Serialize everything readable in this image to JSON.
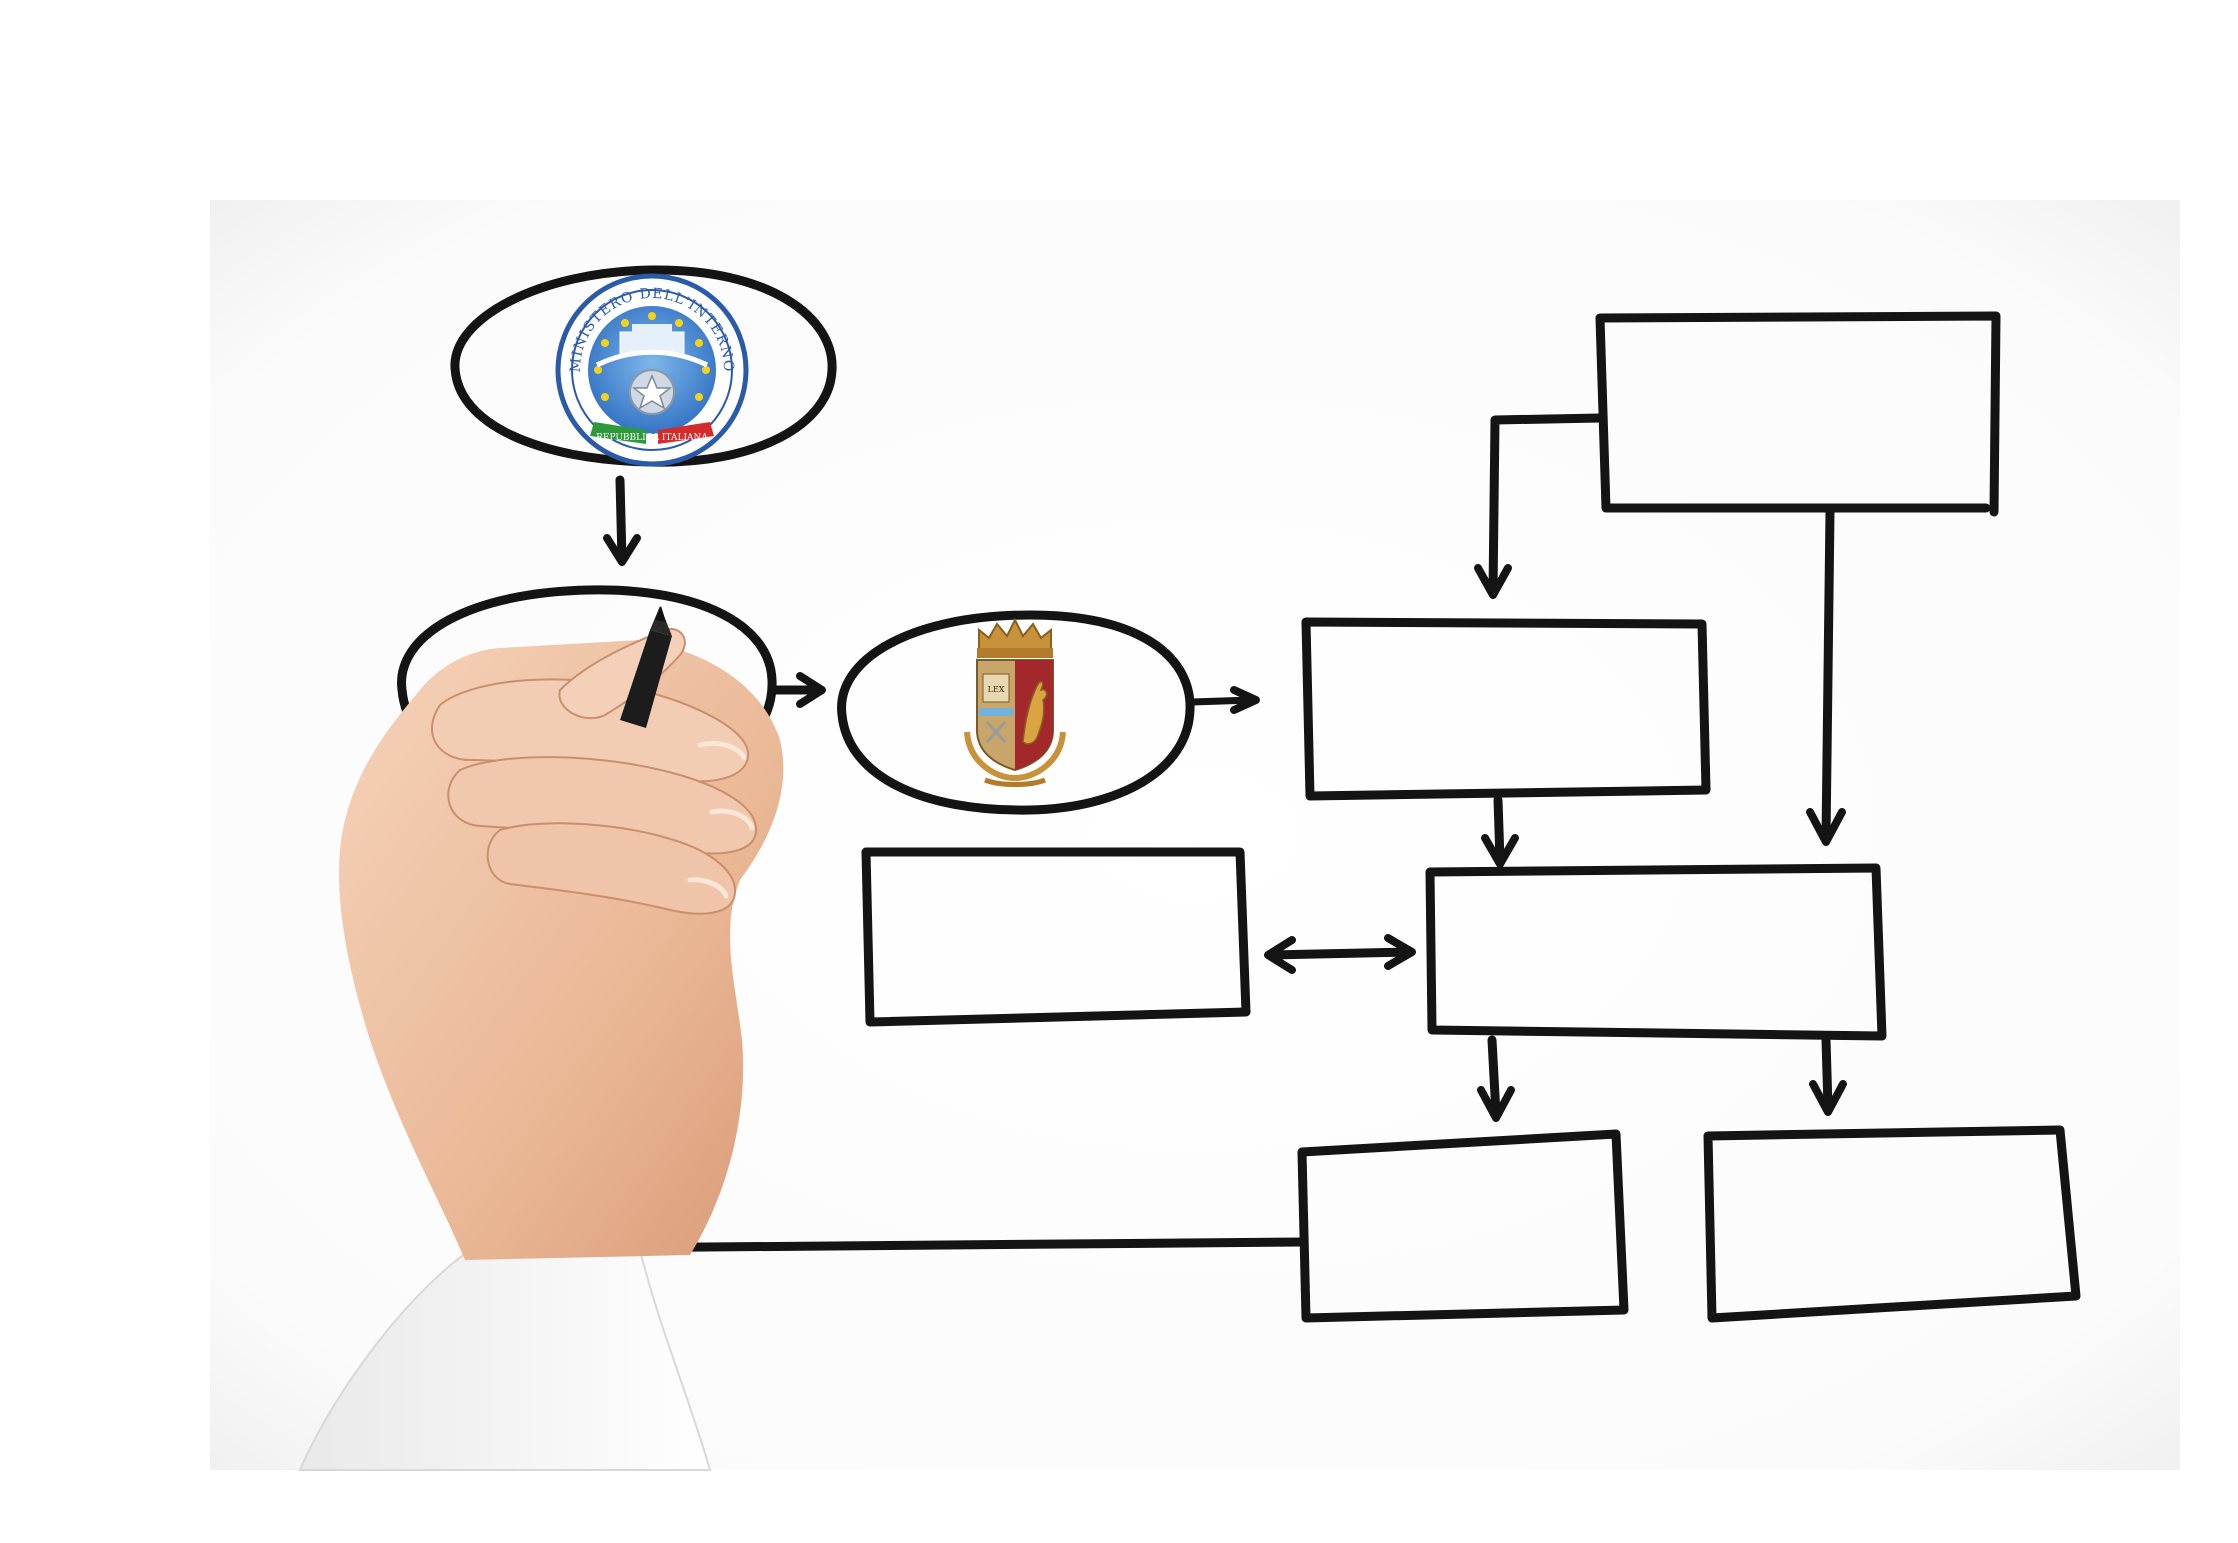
{
  "diagram": {
    "kind": "hand-drawn flowchart on whiteboard",
    "ministry_seal": {
      "ring_text_top": "MINISTERO DELL'INTERNO",
      "ribbon_text": "REPUBBLICA ITALIANA",
      "colors": {
        "ring": "#2a5aa8",
        "field": "#3f86d6",
        "stars": "#f5d21a",
        "ribbon_green": "#2e9a3a",
        "ribbon_red": "#d62b2b"
      }
    },
    "police_crest": {
      "shield_text": "LEX",
      "colors": {
        "crown": "#c7923a",
        "left_field": "#c8a66a",
        "right_field": "#a3282c",
        "lion": "#d9a441",
        "band": "#6fb2e0"
      }
    },
    "ink_color": "#141414",
    "background": "#ffffff",
    "skin_color": "#f2c8ad"
  }
}
